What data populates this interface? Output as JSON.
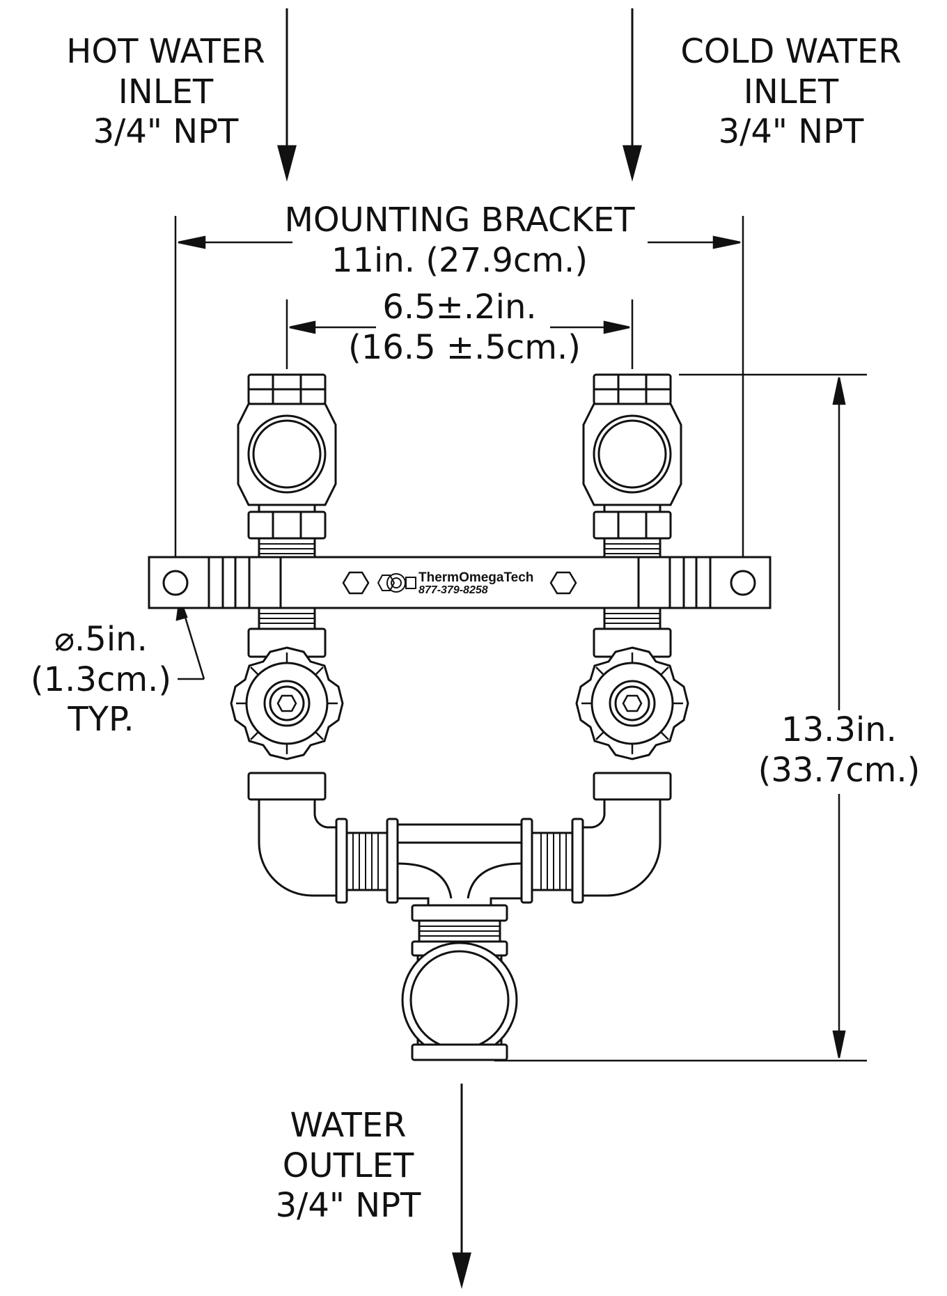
{
  "labels": {
    "hot_inlet": [
      "HOT WATER",
      "INLET",
      "3/4\" NPT"
    ],
    "cold_inlet": [
      "COLD WATER",
      "INLET",
      "3/4\" NPT"
    ],
    "outlet": [
      "WATER",
      "OUTLET",
      "3/4\" NPT"
    ],
    "bracket_title": "MOUNTING BRACKET",
    "bracket_width": "11in. (27.9cm.)",
    "spacing_in": "6.5±.2in.",
    "spacing_cm": "(16.5 ±.5cm.)",
    "hole_dia": "⌀.5in.",
    "hole_dia_cm": "(1.3cm.)",
    "hole_typ": "TYP.",
    "height_in": "13.3in.",
    "height_cm": "(33.7cm.)"
  },
  "branding": {
    "name": "ThermOmegaTech",
    "phone": "877-379-8258"
  },
  "colors": {
    "line": "#111111",
    "background": "#ffffff"
  }
}
